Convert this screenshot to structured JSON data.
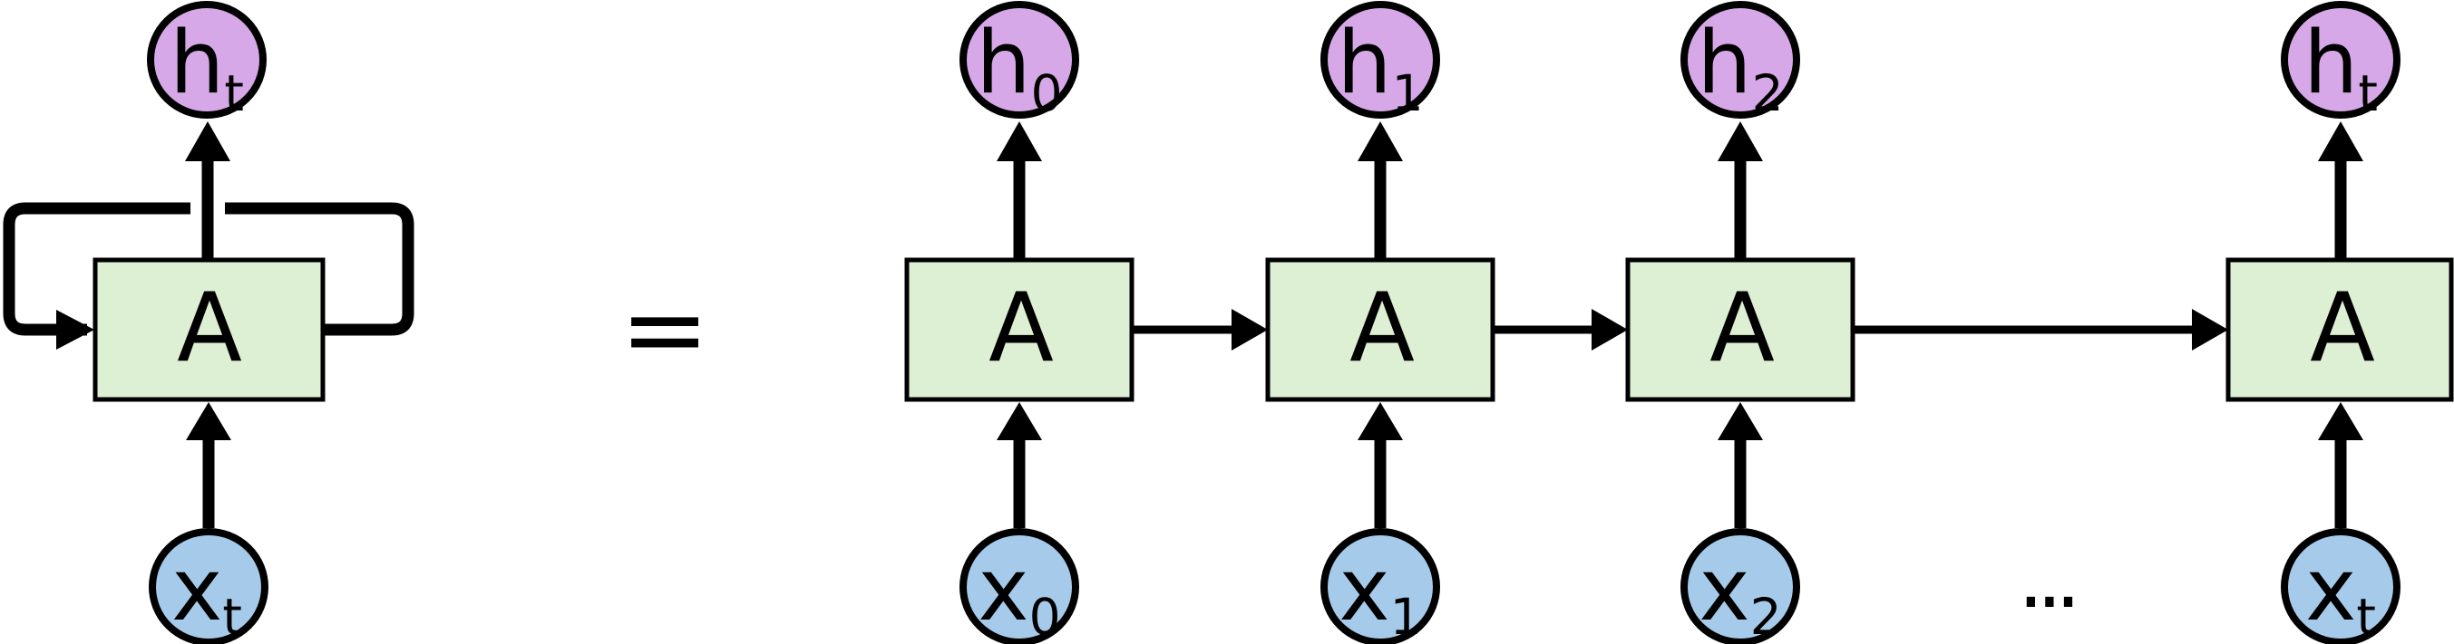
{
  "colors": {
    "hidden_fill": "#d7a8e8",
    "input_fill": "#a6cbea",
    "cell_fill": "#def0d3",
    "line": "#000000",
    "background": "#ffffff"
  },
  "equals": "=",
  "ellipsis": "...",
  "rolled": {
    "hidden_base": "h",
    "hidden_sub": "t",
    "cell": "A",
    "input_base": "x",
    "input_sub": "t"
  },
  "unrolled": [
    {
      "hidden_base": "h",
      "hidden_sub": "0",
      "cell": "A",
      "input_base": "x",
      "input_sub": "0"
    },
    {
      "hidden_base": "h",
      "hidden_sub": "1",
      "cell": "A",
      "input_base": "x",
      "input_sub": "1"
    },
    {
      "hidden_base": "h",
      "hidden_sub": "2",
      "cell": "A",
      "input_base": "x",
      "input_sub": "2"
    },
    {
      "hidden_base": "h",
      "hidden_sub": "t",
      "cell": "A",
      "input_base": "x",
      "input_sub": "t"
    }
  ]
}
